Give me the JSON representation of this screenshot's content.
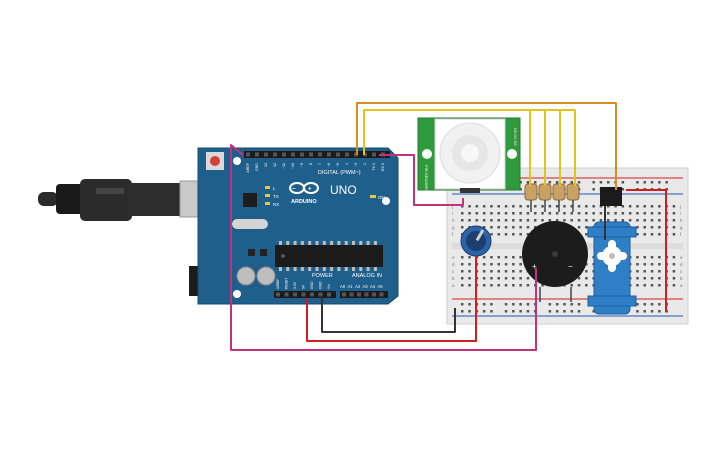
{
  "arduino": {
    "model": "UNO",
    "brand": "ARDUINO",
    "digital_header": "DIGITAL (PWM~)",
    "power_header": "POWER",
    "analog_header": "ANALOG IN",
    "tx_label": "TX",
    "rx_label": "RX",
    "l_label": "L",
    "on_label": "ON",
    "digital_pins": [
      "AREF",
      "GND",
      "13",
      "12",
      "~11",
      "~10",
      "~9",
      "8",
      "7",
      "~6",
      "~5",
      "4",
      "~3",
      "2",
      "TX 1",
      "RX 0"
    ],
    "power_pins": [
      "IOREF",
      "RESET",
      "3.3V",
      "5V",
      "GND",
      "GND",
      "Vin"
    ],
    "analog_pins": [
      "A0",
      "A1",
      "A2",
      "A3",
      "A4",
      "A5"
    ]
  },
  "pir": {
    "left_label": "PIR-SENSOR",
    "right_label": "D0  D1  D2"
  },
  "breadboard": {
    "row_letters_top": [
      "j",
      "i",
      "h",
      "g",
      "f"
    ],
    "row_letters_bottom": [
      "e",
      "d",
      "c",
      "b",
      "a"
    ]
  },
  "buzzer": {
    "plus": "+",
    "minus": "−"
  },
  "colors": {
    "board": "#1f5f8b",
    "wire_orange": "#d98c1f",
    "wire_yellow": "#e3c51a",
    "wire_magenta": "#c3307c",
    "wire_red": "#d11f1f",
    "wire_black": "#333333",
    "pir_board": "#2e9a3b",
    "servo": "#2f7fc6"
  }
}
